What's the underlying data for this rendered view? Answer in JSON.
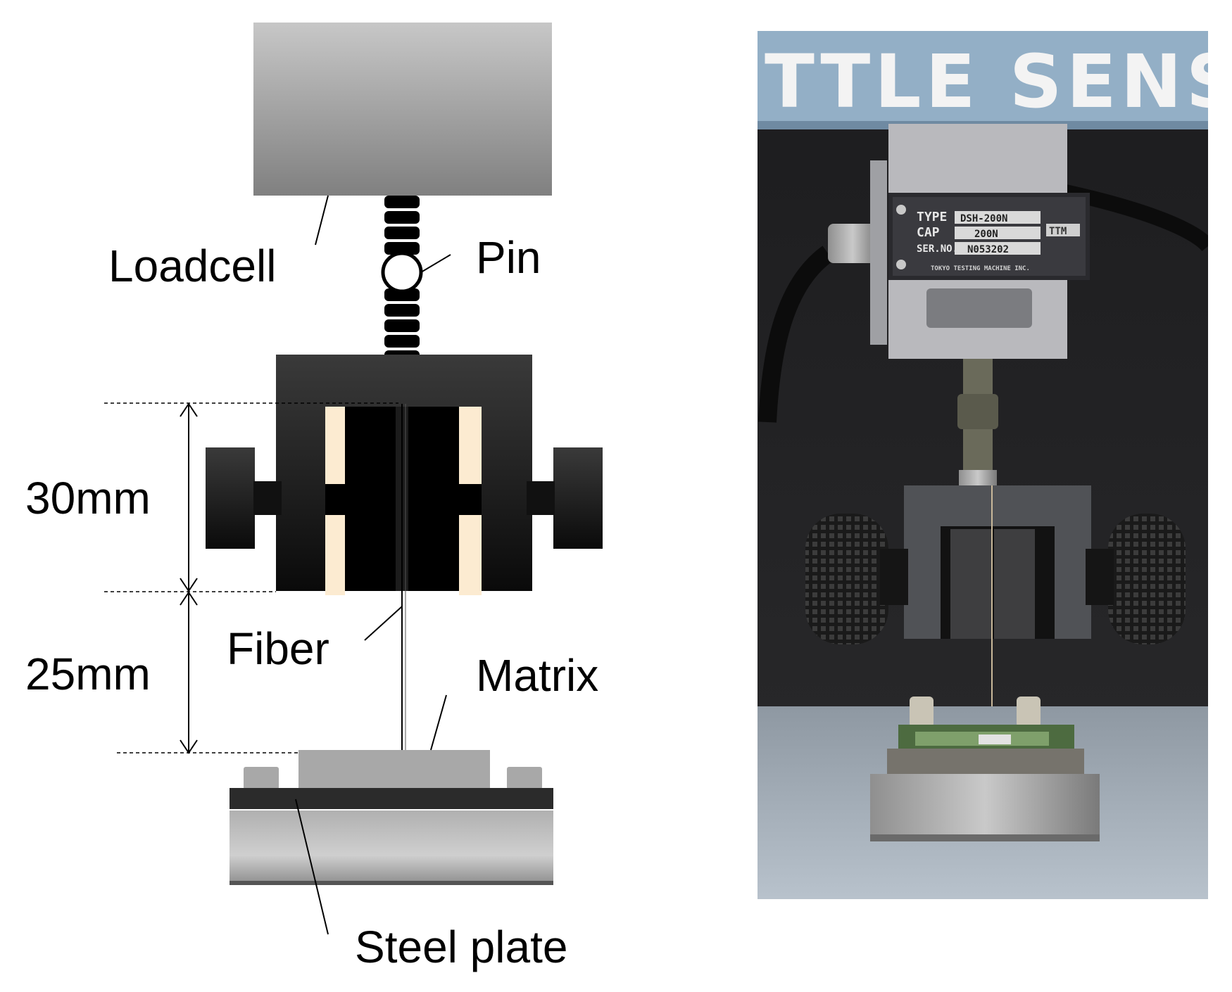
{
  "diagram": {
    "labels": {
      "loadcell": "Loadcell",
      "pin": "Pin",
      "fiber": "Fiber",
      "matrix": "Matrix",
      "steel_plate": "Steel plate"
    },
    "dimensions": {
      "upper": "30mm",
      "lower": "25mm"
    }
  },
  "photo": {
    "banner_text": "TTLE SENS",
    "nameplate": {
      "type_label": "TYPE",
      "type_value": "DSH-200N",
      "cap_label": "CAP",
      "cap_value": "200N",
      "ser_label": "SER.NO.",
      "ser_value": "N053202",
      "badge": "TTM",
      "maker": "TOKYO TESTING MACHINE INC."
    }
  },
  "colors": {
    "ink": "#000000",
    "banner": "#93afc6",
    "insert": "#fcebd1"
  }
}
